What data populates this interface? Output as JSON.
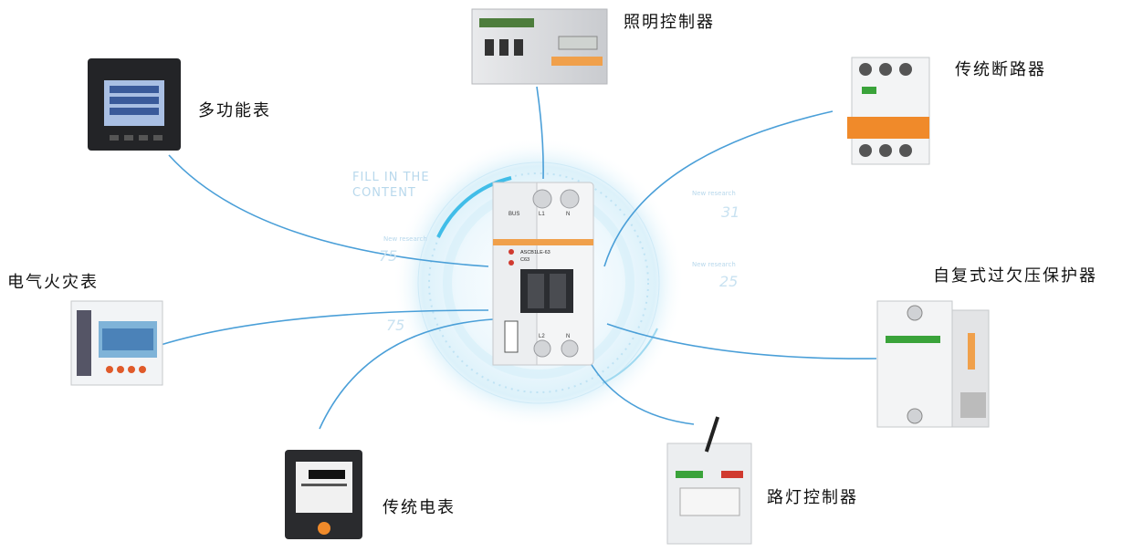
{
  "devices": {
    "lighting_controller": "照明控制器",
    "traditional_breaker": "传统断路器",
    "multifunction_meter": "多功能表",
    "electrical_fire_meter": "电气火灾表",
    "auto_reset_protector": "自复式过欠压保护器",
    "street_light_controller": "路灯控制器",
    "traditional_meter": "传统电表"
  },
  "hub": {
    "device_model": "ASCB1LE-63",
    "rating": "C63",
    "terminal_labels": [
      "BUS",
      "L1",
      "N",
      "L2",
      "N"
    ]
  },
  "background_text": {
    "headline_line1": "FILL IN THE",
    "headline_line2": "CONTENT",
    "small_caption": "New research",
    "numbers": [
      "31",
      "75",
      "25",
      "75"
    ]
  },
  "colors": {
    "connector_line": "#4a9fd8",
    "ring_glow": "#41bde8",
    "breaker_accent": "#f0a04b"
  }
}
